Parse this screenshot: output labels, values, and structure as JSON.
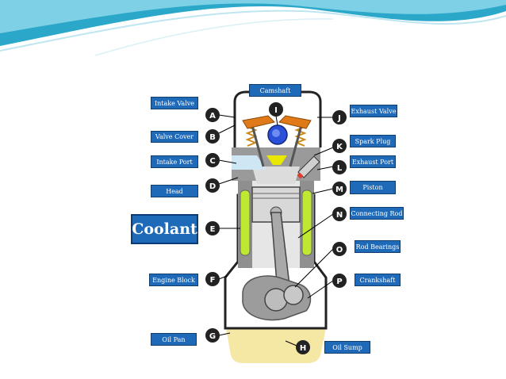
{
  "labels": {
    "camshaft": "Camshaft",
    "intake_valve": "Intake Valve",
    "valve_cover": "Valve Cover",
    "intake_port": "Intake Port",
    "head": "Head",
    "coolant": "Coolant",
    "engine_block": "Engine Block",
    "oil_pan": "Oil Pan",
    "exhaust_valve": "Exhaust Valve",
    "spark_plug": "Spark Plug",
    "exhaust_port": "Exhaust Port",
    "piston": "Piston",
    "connecting_rod": "Connecting Rod",
    "rod_bearings": "Rod Bearings",
    "crankshaft": "Crankshaft",
    "oil_sump": "Oil Sump"
  },
  "markers": [
    "A",
    "B",
    "C",
    "D",
    "E",
    "F",
    "G",
    "H",
    "I",
    "J",
    "K",
    "L",
    "M",
    "N",
    "O",
    "P"
  ],
  "colors": {
    "label_bg": "#1f6ab8",
    "coolant": "#bfe830",
    "oil": "#f5e7a4",
    "engine_body": "#8a8a8a",
    "rocker": "#e07a18",
    "cam": "#2a4fd8",
    "spark": "#e8e800"
  }
}
